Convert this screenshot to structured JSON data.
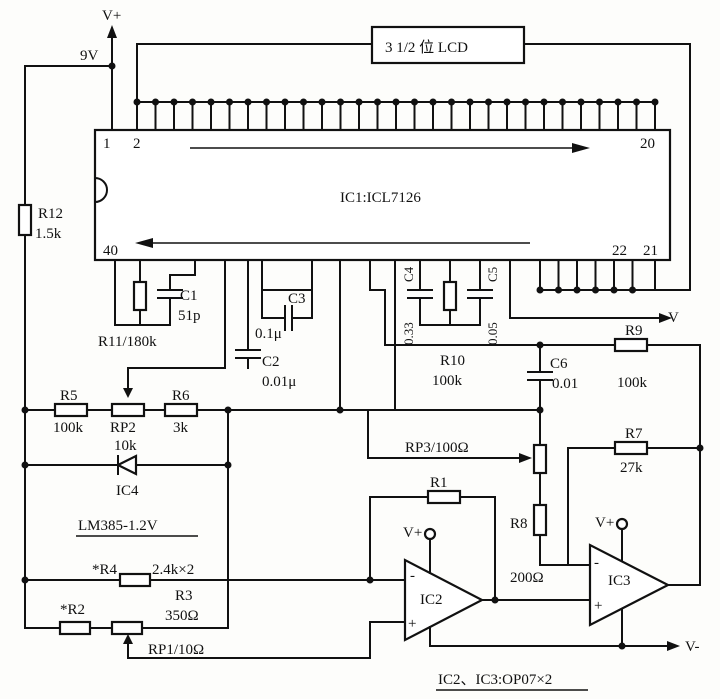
{
  "ic1": {
    "label": "IC1:ICL7126",
    "pins": [
      "1",
      "2",
      "20",
      "40",
      "22",
      "21"
    ]
  },
  "lcd": {
    "label": "3 1/2 位 LCD"
  },
  "supply": {
    "vplus": "V+",
    "voltage": "9V",
    "vminus": "V-",
    "vminus_short": "V"
  },
  "symbols": {
    "minus": "-",
    "plus": "+"
  },
  "components": {
    "r12": {
      "name": "R12",
      "value": "1.5k"
    },
    "r11": {
      "label": "R11/180k"
    },
    "c1": {
      "name": "C1",
      "value": "51p"
    },
    "c3": {
      "name": "C3",
      "value": "0.1μ"
    },
    "c2": {
      "name": "C2",
      "value": "0.01μ"
    },
    "c4": {
      "name": "C4",
      "value": "0.33"
    },
    "c5": {
      "name": "C5",
      "value": "0.05"
    },
    "c6": {
      "name": "C6",
      "value": "0.01"
    },
    "r5": {
      "name": "R5",
      "value": "100k"
    },
    "rp2": {
      "name": "RP2",
      "value": "10k"
    },
    "r6": {
      "name": "R6",
      "value": "3k"
    },
    "r10": {
      "name": "R10",
      "value": "100k"
    },
    "r9": {
      "name": "R9",
      "value": "100k"
    },
    "r7": {
      "name": "R7",
      "value": "27k"
    },
    "rp3": {
      "label": "RP3/100Ω"
    },
    "r8": {
      "name": "R8",
      "value": "200Ω"
    },
    "ic4": {
      "name": "IC4",
      "part": "LM385-1.2V"
    },
    "r1": {
      "name": "R1"
    },
    "r4": {
      "name": "*R4",
      "value": "2.4k×2"
    },
    "r2": {
      "name": "*R2"
    },
    "r3": {
      "name": "R3",
      "value": "350Ω"
    },
    "rp1": {
      "label": "RP1/10Ω"
    },
    "ic2": {
      "name": "IC2"
    },
    "ic3": {
      "name": "IC3"
    },
    "opamp_part": "IC2、IC3:OP07×2"
  }
}
